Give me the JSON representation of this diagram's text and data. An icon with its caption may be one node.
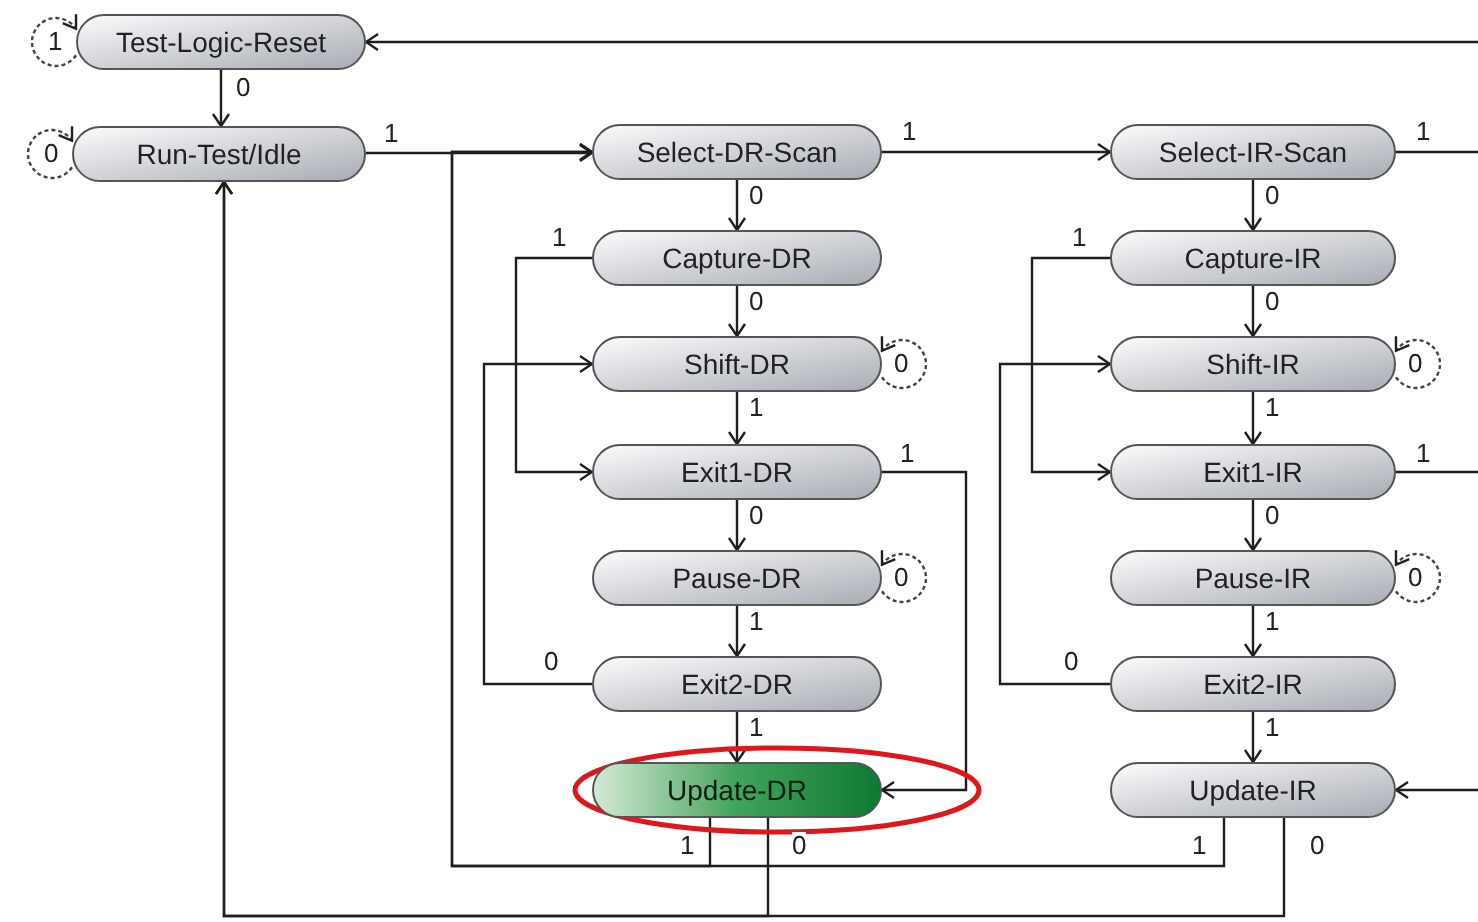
{
  "diagram": {
    "nodes": [
      {
        "text": [
          "Test-Logic-Reset"
        ]
      },
      {
        "text": [
          "Run-Test/Idle"
        ]
      },
      {
        "text": [
          "Select-DR-Scan"
        ]
      },
      {
        "text": [
          "Capture-DR"
        ]
      },
      {
        "text": [
          "Shift-DR"
        ]
      },
      {
        "text": [
          "Exit1-DR"
        ]
      },
      {
        "text": [
          "Pause-DR"
        ]
      },
      {
        "text": [
          "Exit2-DR"
        ]
      },
      {
        "text": [
          "Update-DR"
        ]
      },
      {
        "text": [
          "Select-IR-Scan"
        ]
      },
      {
        "text": [
          "Capture-IR"
        ]
      },
      {
        "text": [
          "Shift-IR"
        ]
      },
      {
        "text": [
          "Exit1-IR"
        ]
      },
      {
        "text": [
          "Pause-IR"
        ]
      },
      {
        "text": [
          "Exit2-IR"
        ]
      },
      {
        "text": [
          "Update-IR"
        ]
      }
    ],
    "edges": [
      {
        "from": 0,
        "to": 0,
        "label": "1",
        "arrow": "to",
        "style": "dashed"
      },
      {
        "from": 0,
        "to": 1,
        "label": "0",
        "arrow": "to"
      },
      {
        "from": 1,
        "to": 1,
        "label": "0",
        "arrow": "to",
        "style": "dashed"
      },
      {
        "from": 1,
        "to": 2,
        "label": "1",
        "arrow": "to"
      },
      {
        "from": 2,
        "to": 9,
        "label": "1",
        "arrow": "to"
      },
      {
        "from": 2,
        "to": 3,
        "label": "0",
        "arrow": "to"
      },
      {
        "from": 3,
        "to": 4,
        "label": "0",
        "arrow": "to"
      },
      {
        "from": 3,
        "to": 5,
        "label": "1",
        "arrow": "to"
      },
      {
        "from": 4,
        "to": 4,
        "label": "0",
        "arrow": "to",
        "style": "dashed"
      },
      {
        "from": 4,
        "to": 5,
        "label": "1",
        "arrow": "to"
      },
      {
        "from": 5,
        "to": 6,
        "label": "0",
        "arrow": "to"
      },
      {
        "from": 5,
        "to": 8,
        "label": "1",
        "arrow": "to"
      },
      {
        "from": 6,
        "to": 6,
        "label": "0",
        "arrow": "to",
        "style": "dashed"
      },
      {
        "from": 6,
        "to": 7,
        "label": "1",
        "arrow": "to"
      },
      {
        "from": 7,
        "to": 4,
        "label": "0",
        "arrow": "to"
      },
      {
        "from": 7,
        "to": 8,
        "label": "1",
        "arrow": "to"
      },
      {
        "from": 8,
        "to": 2,
        "label": "1",
        "arrow": "to"
      },
      {
        "from": 8,
        "to": 1,
        "label": "0",
        "arrow": "to"
      },
      {
        "from": 9,
        "to": null,
        "label": "1",
        "arrow": "none"
      },
      {
        "from": 9,
        "to": 10,
        "label": "0",
        "arrow": "to"
      },
      {
        "from": 10,
        "to": 11,
        "label": "0",
        "arrow": "to"
      },
      {
        "from": 10,
        "to": 12,
        "label": "1",
        "arrow": "to"
      },
      {
        "from": 11,
        "to": 11,
        "label": "0",
        "arrow": "to",
        "style": "dashed"
      },
      {
        "from": 11,
        "to": 12,
        "label": "1",
        "arrow": "to"
      },
      {
        "from": 12,
        "to": 13,
        "label": "0",
        "arrow": "to"
      },
      {
        "from": 12,
        "to": null,
        "label": "1",
        "arrow": "none"
      },
      {
        "from": 13,
        "to": 13,
        "label": "0",
        "arrow": "to",
        "style": "dashed"
      },
      {
        "from": 13,
        "to": 14,
        "label": "1",
        "arrow": "to"
      },
      {
        "from": 14,
        "to": 11,
        "label": "0",
        "arrow": "to"
      },
      {
        "from": 14,
        "to": 15,
        "label": "1",
        "arrow": "to"
      },
      {
        "from": 15,
        "to": 2,
        "label": "1",
        "arrow": "to"
      },
      {
        "from": 15,
        "to": 1,
        "label": "0",
        "arrow": "to"
      },
      {
        "from": null,
        "to": 0,
        "arrow": "to"
      },
      {
        "from": null,
        "to": 15,
        "arrow": "to"
      }
    ]
  }
}
